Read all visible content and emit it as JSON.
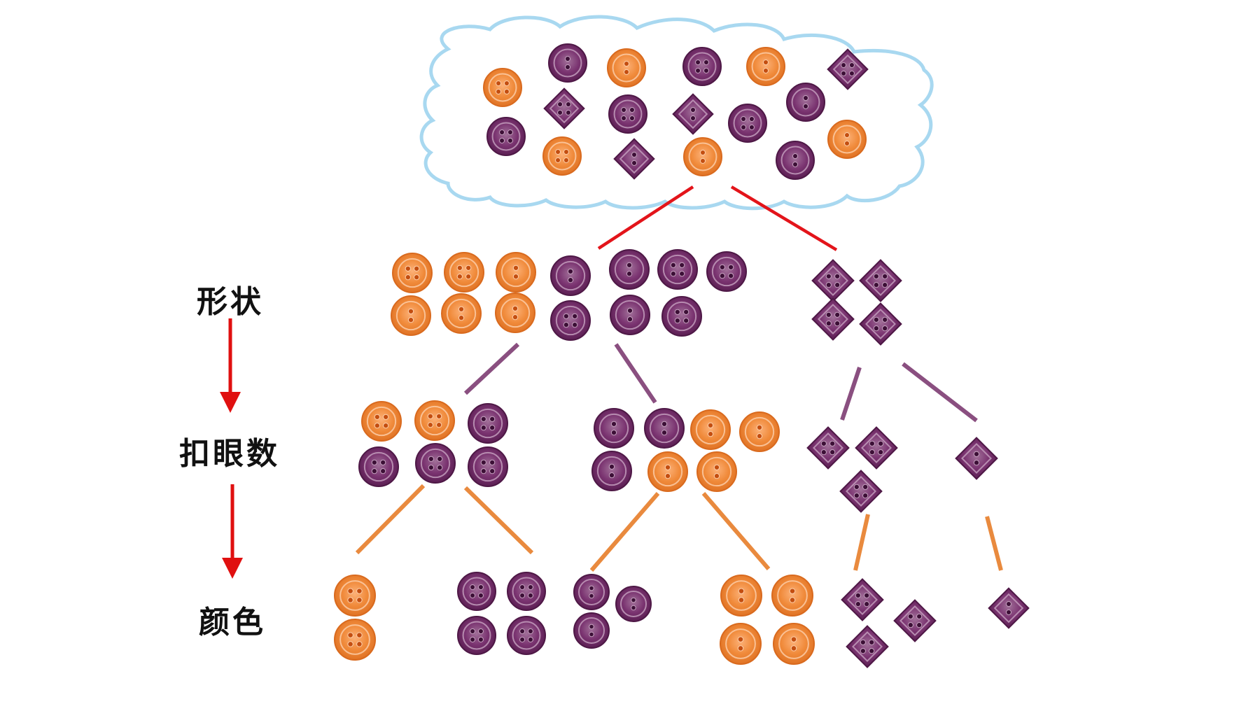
{
  "labels": {
    "shape": "形状",
    "holes": "扣眼数",
    "color": "颜色"
  },
  "colors": {
    "orange": "#f08a3a",
    "purple": "#6e2a63",
    "red_line": "#e3141a",
    "purple_line": "#8a4f80",
    "orange_line": "#e98a3e",
    "arrow": "#e01010",
    "cloud_stroke": "#a8d8f0"
  },
  "buttons": {
    "cloud": [
      {
        "shape": "round",
        "color": "orange",
        "holes": 4
      },
      {
        "shape": "round",
        "color": "purple",
        "holes": 2
      },
      {
        "shape": "round",
        "color": "orange",
        "holes": 2
      },
      {
        "shape": "round",
        "color": "purple",
        "holes": 4
      },
      {
        "shape": "round",
        "color": "orange",
        "holes": 2
      },
      {
        "shape": "diamond",
        "color": "purple",
        "holes": 4
      },
      {
        "shape": "diamond",
        "color": "purple",
        "holes": 4
      },
      {
        "shape": "round",
        "color": "purple",
        "holes": 4
      },
      {
        "shape": "diamond",
        "color": "purple",
        "holes": 2
      },
      {
        "shape": "round",
        "color": "purple",
        "holes": 4
      },
      {
        "shape": "round",
        "color": "purple",
        "holes": 2
      },
      {
        "shape": "round",
        "color": "purple",
        "holes": 4
      },
      {
        "shape": "round",
        "color": "orange",
        "holes": 4
      },
      {
        "shape": "diamond",
        "color": "purple",
        "holes": 2
      },
      {
        "shape": "round",
        "color": "orange",
        "holes": 2
      },
      {
        "shape": "round",
        "color": "purple",
        "holes": 2
      },
      {
        "shape": "round",
        "color": "orange",
        "holes": 2
      }
    ],
    "shape_round": [
      {
        "shape": "round",
        "color": "orange",
        "holes": 4
      },
      {
        "shape": "round",
        "color": "orange",
        "holes": 4
      },
      {
        "shape": "round",
        "color": "orange",
        "holes": 2
      },
      {
        "shape": "round",
        "color": "purple",
        "holes": 2
      },
      {
        "shape": "round",
        "color": "purple",
        "holes": 2
      },
      {
        "shape": "round",
        "color": "purple",
        "holes": 4
      },
      {
        "shape": "round",
        "color": "purple",
        "holes": 4
      },
      {
        "shape": "round",
        "color": "orange",
        "holes": 2
      },
      {
        "shape": "round",
        "color": "orange",
        "holes": 2
      },
      {
        "shape": "round",
        "color": "orange",
        "holes": 2
      },
      {
        "shape": "round",
        "color": "purple",
        "holes": 4
      },
      {
        "shape": "round",
        "color": "purple",
        "holes": 2
      },
      {
        "shape": "round",
        "color": "purple",
        "holes": 4
      }
    ],
    "shape_diamond": [
      {
        "shape": "diamond",
        "color": "purple",
        "holes": 4
      },
      {
        "shape": "diamond",
        "color": "purple",
        "holes": 4
      },
      {
        "shape": "diamond",
        "color": "purple",
        "holes": 4
      },
      {
        "shape": "diamond",
        "color": "purple",
        "holes": 4
      }
    ],
    "holes_round_4": [
      {
        "shape": "round",
        "color": "orange",
        "holes": 4
      },
      {
        "shape": "round",
        "color": "orange",
        "holes": 4
      },
      {
        "shape": "round",
        "color": "purple",
        "holes": 4
      },
      {
        "shape": "round",
        "color": "purple",
        "holes": 4
      },
      {
        "shape": "round",
        "color": "purple",
        "holes": 4
      },
      {
        "shape": "round",
        "color": "purple",
        "holes": 4
      }
    ],
    "holes_round_2": [
      {
        "shape": "round",
        "color": "purple",
        "holes": 2
      },
      {
        "shape": "round",
        "color": "purple",
        "holes": 2
      },
      {
        "shape": "round",
        "color": "orange",
        "holes": 2
      },
      {
        "shape": "round",
        "color": "orange",
        "holes": 2
      },
      {
        "shape": "round",
        "color": "purple",
        "holes": 2
      },
      {
        "shape": "round",
        "color": "orange",
        "holes": 2
      },
      {
        "shape": "round",
        "color": "orange",
        "holes": 2
      }
    ],
    "holes_diamond_4": [
      {
        "shape": "diamond",
        "color": "purple",
        "holes": 4
      },
      {
        "shape": "diamond",
        "color": "purple",
        "holes": 4
      },
      {
        "shape": "diamond",
        "color": "purple",
        "holes": 4
      }
    ],
    "holes_diamond_2": [
      {
        "shape": "diamond",
        "color": "purple",
        "holes": 2
      }
    ],
    "color_r4_orange": [
      {
        "shape": "round",
        "color": "orange",
        "holes": 4
      },
      {
        "shape": "round",
        "color": "orange",
        "holes": 4
      }
    ],
    "color_r4_purple": [
      {
        "shape": "round",
        "color": "purple",
        "holes": 4
      },
      {
        "shape": "round",
        "color": "purple",
        "holes": 4
      },
      {
        "shape": "round",
        "color": "purple",
        "holes": 4
      },
      {
        "shape": "round",
        "color": "purple",
        "holes": 4
      }
    ],
    "color_r2_purple": [
      {
        "shape": "round",
        "color": "purple",
        "holes": 2
      },
      {
        "shape": "round",
        "color": "purple",
        "holes": 2
      },
      {
        "shape": "round",
        "color": "purple",
        "holes": 2
      }
    ],
    "color_r2_orange": [
      {
        "shape": "round",
        "color": "orange",
        "holes": 2
      },
      {
        "shape": "round",
        "color": "orange",
        "holes": 2
      },
      {
        "shape": "round",
        "color": "orange",
        "holes": 2
      },
      {
        "shape": "round",
        "color": "orange",
        "holes": 2
      }
    ],
    "color_d4_purple": [
      {
        "shape": "diamond",
        "color": "purple",
        "holes": 4
      },
      {
        "shape": "diamond",
        "color": "purple",
        "holes": 4
      },
      {
        "shape": "diamond",
        "color": "purple",
        "holes": 4
      }
    ],
    "color_d2_purple": [
      {
        "shape": "diamond",
        "color": "purple",
        "holes": 2
      }
    ]
  }
}
